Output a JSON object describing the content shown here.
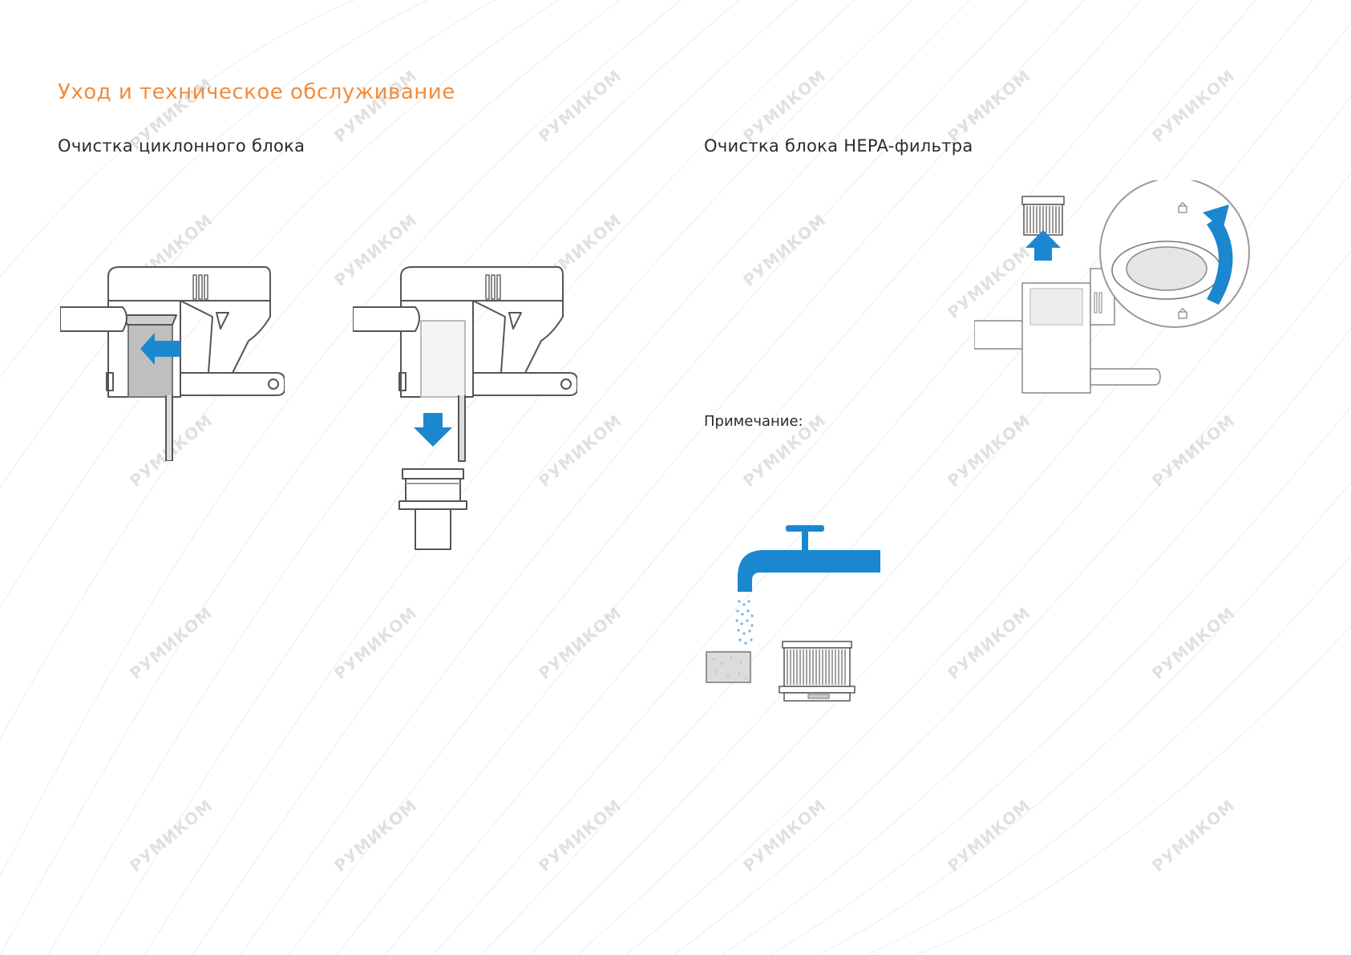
{
  "page": {
    "title": "Уход и техническое обслуживание",
    "accent_color": "#f28c3c",
    "arrow_color": "#1b87cf"
  },
  "section_left": {
    "heading": "Очистка циклонного блока"
  },
  "section_right": {
    "heading": "Очистка блока HEPA-фильтра",
    "note_label": "Примечание:"
  },
  "watermark": {
    "text": "РУМИКОМ"
  },
  "illustrations": {
    "cyclone_step1": "vacuum-remove-cyclone-illustration",
    "cyclone_step2": "vacuum-drop-cyclone-illustration",
    "hepa_step": "hepa-twist-remove-illustration",
    "wash_step": "wash-filter-under-tap-illustration"
  }
}
